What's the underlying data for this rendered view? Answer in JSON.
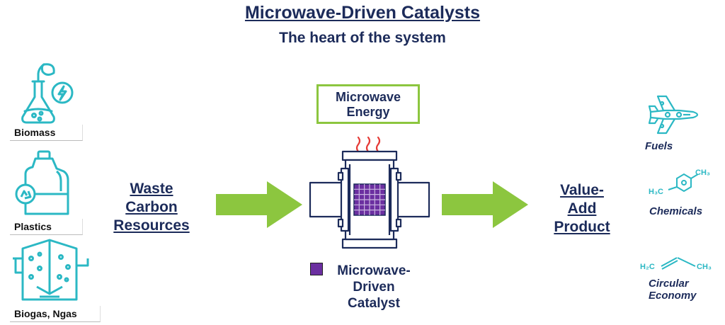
{
  "header": {
    "title": "Microwave-Driven Catalysts",
    "subtitle": "The heart of the system"
  },
  "sources": {
    "heading": [
      "Waste",
      "Carbon",
      "Resources"
    ],
    "items": [
      {
        "label": "Biomass",
        "icon": "flask-leaf-icon"
      },
      {
        "label": "Plastics",
        "icon": "plastic-jug-icon"
      },
      {
        "label": "Biogas, Ngas",
        "icon": "digester-tank-icon"
      }
    ]
  },
  "reactor": {
    "energy_label": [
      "Microwave",
      "Energy"
    ],
    "catalyst_label": [
      "Microwave-",
      "Driven",
      "Catalyst"
    ],
    "catalyst_color": "#6b2fa0"
  },
  "products": {
    "heading": [
      "Value-",
      "Add",
      "Product"
    ],
    "items": [
      {
        "label": [
          "Fuels"
        ],
        "icon": "jet-icon"
      },
      {
        "label": [
          "Chemicals"
        ],
        "icon": "toluene-molecule-icon",
        "formula_left": "H₃C",
        "formula_right": "CH₃"
      },
      {
        "label": [
          "Circular",
          "Economy"
        ],
        "icon": "propylene-molecule-icon",
        "formula_left": "H₂C",
        "formula_right": "CH₃"
      }
    ]
  },
  "colors": {
    "navy": "#1c2b5a",
    "arrow_green": "#8cc63f",
    "icon_teal": "#2bb8c4",
    "heat_red": "#e53935",
    "box_green": "#8cc63f"
  }
}
